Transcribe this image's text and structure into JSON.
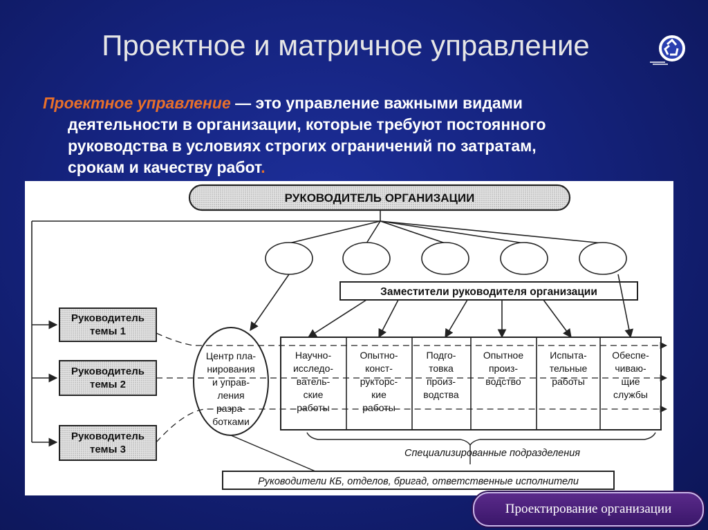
{
  "slide": {
    "title": "Проектное и матричное управление",
    "definition": {
      "term": "Проектное управление",
      "line1_rest": " — это управление важными видами",
      "line2": "деятельности в организации, которые требуют постоянного",
      "line3": "руководства в условиях строгих ограничений по затратам,",
      "line4": "срокам и качеству работ",
      "line4_end": "."
    },
    "footer": "Проектирование организации"
  },
  "diagram": {
    "head": "РУКОВОДИТЕЛЬ ОРГАНИЗАЦИИ",
    "deputies": "Заместители руководителя организации",
    "theme_managers": [
      [
        "Руководитель",
        "темы 1"
      ],
      [
        "Руководитель",
        "темы 2"
      ],
      [
        "Руководитель",
        "темы 3"
      ]
    ],
    "center": [
      "Центр пла-",
      "нирования",
      "и управ-",
      "ления",
      "разра-",
      "ботками"
    ],
    "departments": [
      [
        "Научно-",
        "исследо-",
        "ватель-",
        "ские",
        "работы"
      ],
      [
        "Опытно-",
        "конст-",
        "рукторс-",
        "кие",
        "работы"
      ],
      [
        "Подго-",
        "товка",
        "произ-",
        "водства"
      ],
      [
        "Опытное",
        "произ-",
        "водство"
      ],
      [
        "Испыта-",
        "тельные",
        "работы"
      ],
      [
        "Обеспе-",
        "чиваю-",
        "щие",
        "службы"
      ]
    ],
    "specialized": "Специализированные подразделения",
    "bottom": "Руководители КБ, отделов, бригад, ответственные исполнители"
  },
  "colors": {
    "title": "#e6e6e6",
    "term": "#e8702a",
    "text": "#ffffff",
    "footer_bg": "#4a2080"
  }
}
